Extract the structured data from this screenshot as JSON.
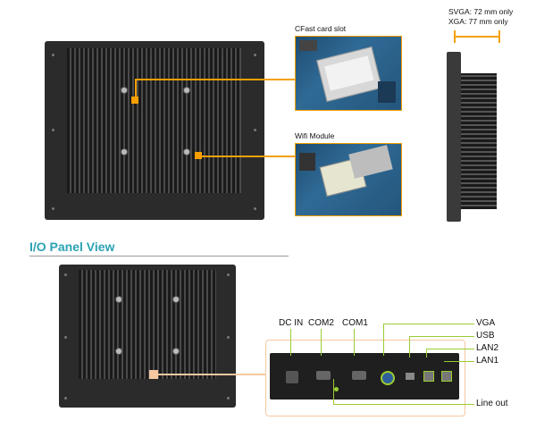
{
  "top_labels": {
    "cfast": "CFast card slot",
    "wifi": "Wifi Module",
    "svga_dim": "SVGA: 72 mm only",
    "xga_dim": "XGA: 77 mm only"
  },
  "section_title": "I/O Panel View",
  "io_callouts": {
    "dc_in": "DC IN",
    "com2": "COM2",
    "com1": "COM1",
    "vga": "VGA",
    "usb": "USB",
    "lan2": "LAN2",
    "lan1": "LAN1",
    "line_out": "Line out"
  },
  "colors": {
    "accent": "#f5a000",
    "callout_line": "#9acd32",
    "title": "#2aa2b3"
  }
}
